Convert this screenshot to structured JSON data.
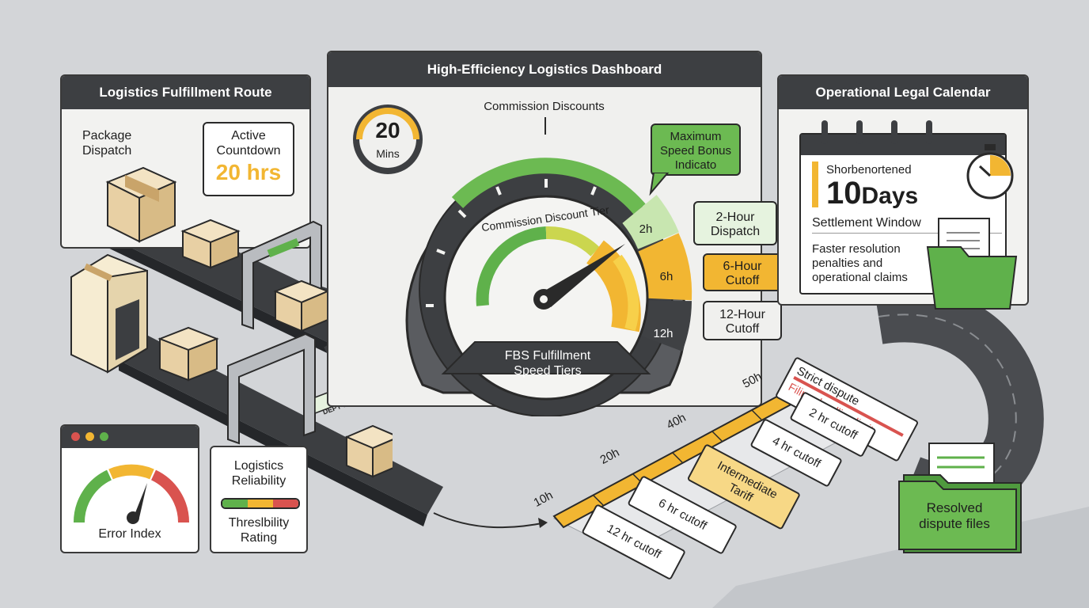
{
  "left_panel": {
    "title": "Logistics Fulfillment Route",
    "package_label": "Package\nDispatch",
    "countdown_label": "Active\nCountdown",
    "countdown_value": "20 hrs",
    "scanner_tag": "DEPT'S"
  },
  "center_panel": {
    "title": "High-Efficiency Logistics Dashboard",
    "timer_value": "20",
    "timer_unit": "Mins",
    "commission_discounts": "Commission Discounts",
    "commission_discount_tier": "Commission Discount Tier",
    "gauge_caption": "FBS Fulfillment\nSpeed Tiers",
    "max_bonus": "Maximum\nSpeed Bonus\nIndicato",
    "tiers": [
      {
        "ring": "2h",
        "label": "2-Hour\nDispatch",
        "color": "#c8e6b0"
      },
      {
        "ring": "6h",
        "label": "6-Hour\nCutoff",
        "color": "#f2b632"
      },
      {
        "ring": "12h",
        "label": "12-Hour\nCutoff",
        "color": "#3f4144"
      }
    ]
  },
  "right_panel": {
    "title": "Operational Legal Calendar",
    "shortened": "Shorbenortened",
    "days_value": "10",
    "days_unit": "Days",
    "window_label": "Settlement Window",
    "resolution_text": "Faster resolution\npenalties and\noperational claims"
  },
  "error_panel": {
    "label": "Error Index"
  },
  "reliability_panel": {
    "title": "Logistics\nReliability",
    "rating": "Threslbility\nRating"
  },
  "timeline": {
    "ticks": [
      "10h",
      "20h",
      "40h",
      "50h"
    ],
    "dispute_line1": "Strict dispute",
    "dispute_line2": "Filing deadline limit",
    "cards": [
      "2 hr cutoff",
      "4 hr cutoff",
      "Intermediate\nTariff",
      "6 hr cutoff",
      "12 hr cutoff"
    ],
    "resolved": "Resolved\ndispute files"
  },
  "colors": {
    "green": "#5fb14b",
    "yellow": "#f2b632",
    "red": "#d9534f",
    "dark": "#3d3f42"
  }
}
